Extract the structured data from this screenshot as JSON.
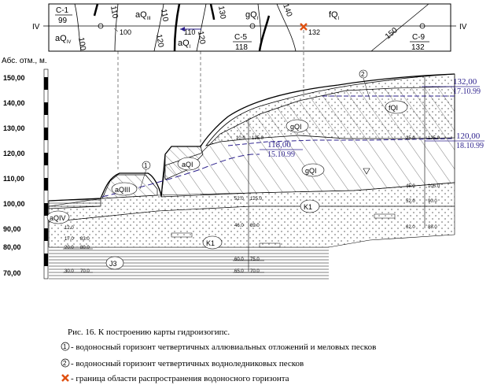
{
  "map": {
    "section_left": "IV",
    "section_right": "IV",
    "wells": [
      {
        "name": "С-1",
        "value": "99"
      },
      {
        "name": "С-5",
        "value": "118"
      },
      {
        "name": "С-9",
        "value": "132"
      }
    ],
    "zone_labels": [
      "aQ",
      "III",
      "aQ",
      "IV",
      "gQ",
      "I",
      "fQ",
      "I",
      "aQ",
      "I"
    ],
    "isoline_labels": [
      "100",
      "110",
      "120",
      "130",
      "140",
      "150"
    ],
    "marker_values": [
      "100",
      "110",
      "132"
    ]
  },
  "section": {
    "y_axis_title": "Абс. отм., м.",
    "y_ticks": [
      "150,00",
      "140,00",
      "130,00",
      "120,00",
      "110,00",
      "100,00",
      "90,00",
      "80,00",
      "70,00"
    ],
    "water_levels": [
      {
        "value": "132,00",
        "date": "17.10.99"
      },
      {
        "value": "120,00",
        "date": "18.10.99"
      },
      {
        "value": "118,00",
        "date": "15.10.99"
      }
    ],
    "layer_labels": [
      "aQIV",
      "aQIII",
      "aQI",
      "gQI",
      "fQI",
      "K1",
      "J3"
    ],
    "depth_marks": [
      "10.0",
      "125.0",
      "25.0",
      "45.0",
      "105.0",
      "52.0",
      "90.0",
      "62.0",
      "88.0",
      "46.0",
      "89.0",
      "60.0",
      "75.0",
      "65.0",
      "70.0",
      "30.0",
      "12.0",
      "17.0",
      "83.0",
      "20.0",
      "80.0"
    ],
    "circle_marks": [
      "1",
      "2"
    ]
  },
  "caption": {
    "title": "Рис. 16. К построению карты гидроизогипс.",
    "legend": [
      {
        "mark": "1",
        "text": "- водоносный горизонт четвертичных аллювиальных отложений и меловых песков"
      },
      {
        "mark": "2",
        "text": "- водоносный горизонт четвертичных водноледниковых песков"
      },
      {
        "mark": "x",
        "text": "- граница области распространения водоносного горизонта"
      }
    ]
  },
  "colors": {
    "level_line": "#2b1f8c",
    "boundary_marker": "#e05010"
  }
}
